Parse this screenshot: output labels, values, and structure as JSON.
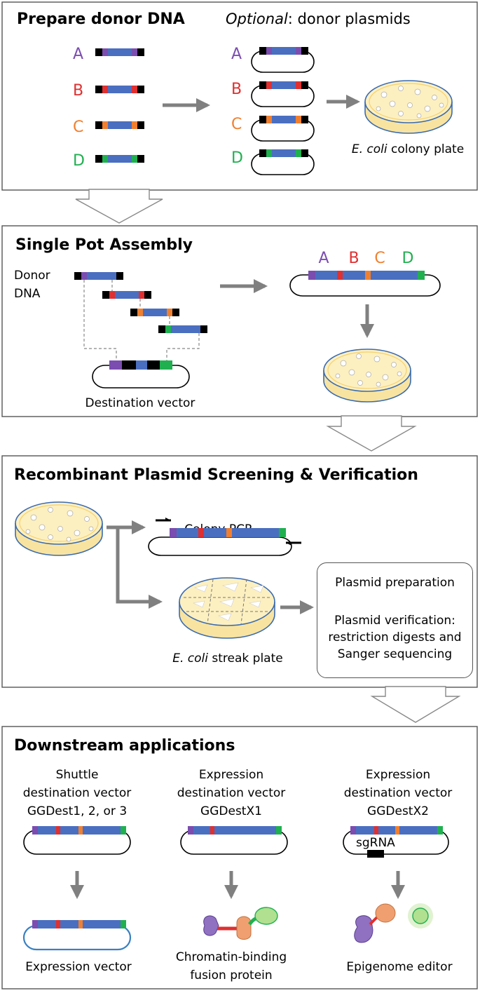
{
  "colors": {
    "purple": "#7b4db0",
    "red": "#e03030",
    "orange": "#f08030",
    "green": "#20b050",
    "blue": "#4a6fc0",
    "black": "#000000",
    "plate_fill": "#fdf0c0",
    "plate_rim": "#3a6ab0",
    "arrow_gray": "#808080",
    "protein_purple": "#9070c0",
    "protein_orange": "#f0a070",
    "protein_green": "#b0e090"
  },
  "panel1": {
    "title": "Prepare donor DNA",
    "optional_word": "Optional",
    "optional_rest": ": donor plasmids",
    "letters": [
      "A",
      "B",
      "C",
      "D"
    ],
    "plate_label_italic": "E. coli",
    "plate_label_rest": " colony plate"
  },
  "panel2": {
    "title": "Single Pot Assembly",
    "donor_label_1": "Donor",
    "donor_label_2": "DNA",
    "destination_label": "Destination vector",
    "letters": [
      "A",
      "B",
      "C",
      "D"
    ]
  },
  "panel3": {
    "title": "Recombinant Plasmid Screening & Verification",
    "colony_pcr": "Colony PCR",
    "streak_italic": "E. coli",
    "streak_rest": " streak plate",
    "prep": "Plasmid preparation",
    "verif_1": "Plasmid verification:",
    "verif_2": "restriction digests and",
    "verif_3": "Sanger sequencing"
  },
  "panel4": {
    "title": "Downstream applications",
    "col1": {
      "line1": "Shuttle",
      "line2": "destination vector",
      "line3": "GGDest1, 2, or 3",
      "result": "Expression vector"
    },
    "col2": {
      "line1": "Expression",
      "line2": "destination vector",
      "line3": "GGDestX1",
      "result_1": "Chromatin-binding",
      "result_2": "fusion protein"
    },
    "col3": {
      "line1": "Expression",
      "line2": "destination vector",
      "line3": "GGDestX2",
      "sgrna": "sgRNA",
      "result": "Epigenome editor"
    }
  }
}
